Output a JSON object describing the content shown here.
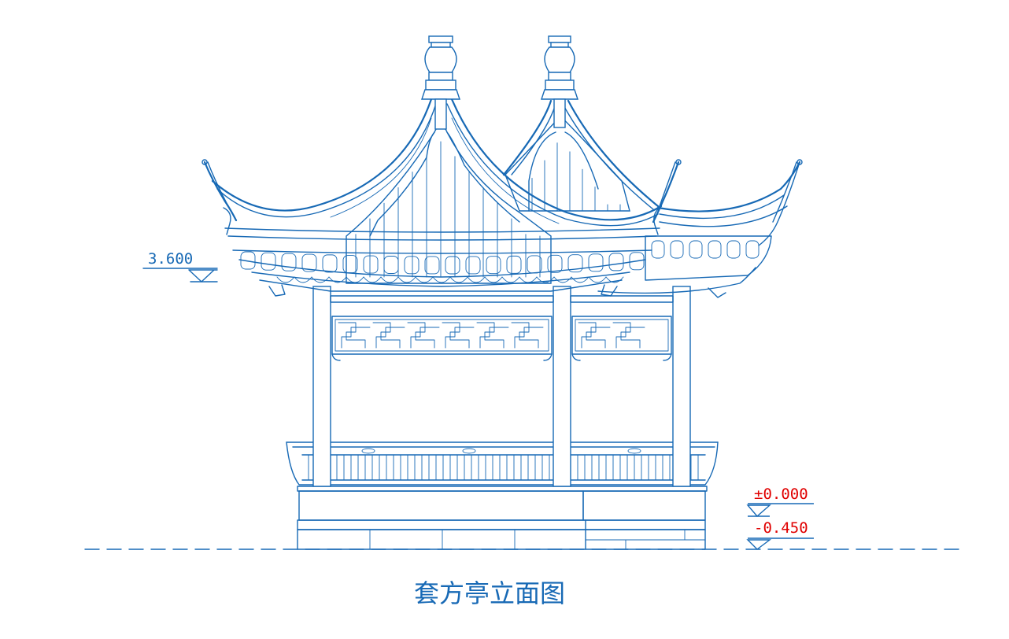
{
  "drawing": {
    "title": "套方亭立面图",
    "levels": [
      {
        "id": "roof-level",
        "label": "3.600",
        "color": "#1769b5"
      },
      {
        "id": "ground-level",
        "label": "±0.000",
        "color": "#e00000"
      },
      {
        "id": "base-level",
        "label": "-0.450",
        "color": "#e00000"
      }
    ],
    "line_color": "#1769b5"
  }
}
